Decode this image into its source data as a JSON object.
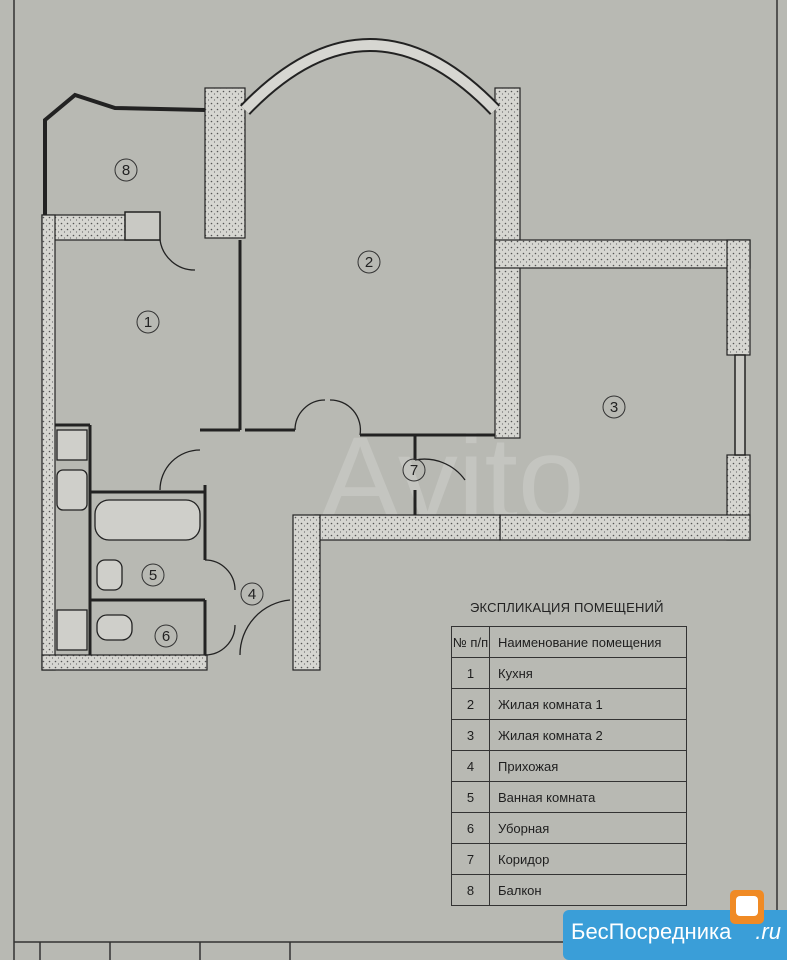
{
  "plan": {
    "rooms": [
      {
        "num": "1"
      },
      {
        "num": "2"
      },
      {
        "num": "3"
      },
      {
        "num": "4"
      },
      {
        "num": "5"
      },
      {
        "num": "6"
      },
      {
        "num": "7"
      },
      {
        "num": "8"
      }
    ],
    "watermark": "Avito"
  },
  "explication": {
    "title": "ЭКСПЛИКАЦИЯ ПОМЕЩЕНИЙ",
    "headers": [
      "№ п/п",
      "Наименование помещения"
    ],
    "rows": [
      [
        "1",
        "Кухня"
      ],
      [
        "2",
        "Жилая комната 1"
      ],
      [
        "3",
        "Жилая комната 2"
      ],
      [
        "4",
        "Прихожая"
      ],
      [
        "5",
        "Ванная комната"
      ],
      [
        "6",
        "Уборная"
      ],
      [
        "7",
        "Коридор"
      ],
      [
        "8",
        "Балкон"
      ]
    ]
  },
  "logo": {
    "text": "БесПосредника",
    "suffix": ".ru"
  },
  "colors": {
    "paper": "#b8b9b3",
    "wall": "#d4d4cf",
    "ink": "#2a2a2a",
    "logo": "#3a9ed8"
  }
}
